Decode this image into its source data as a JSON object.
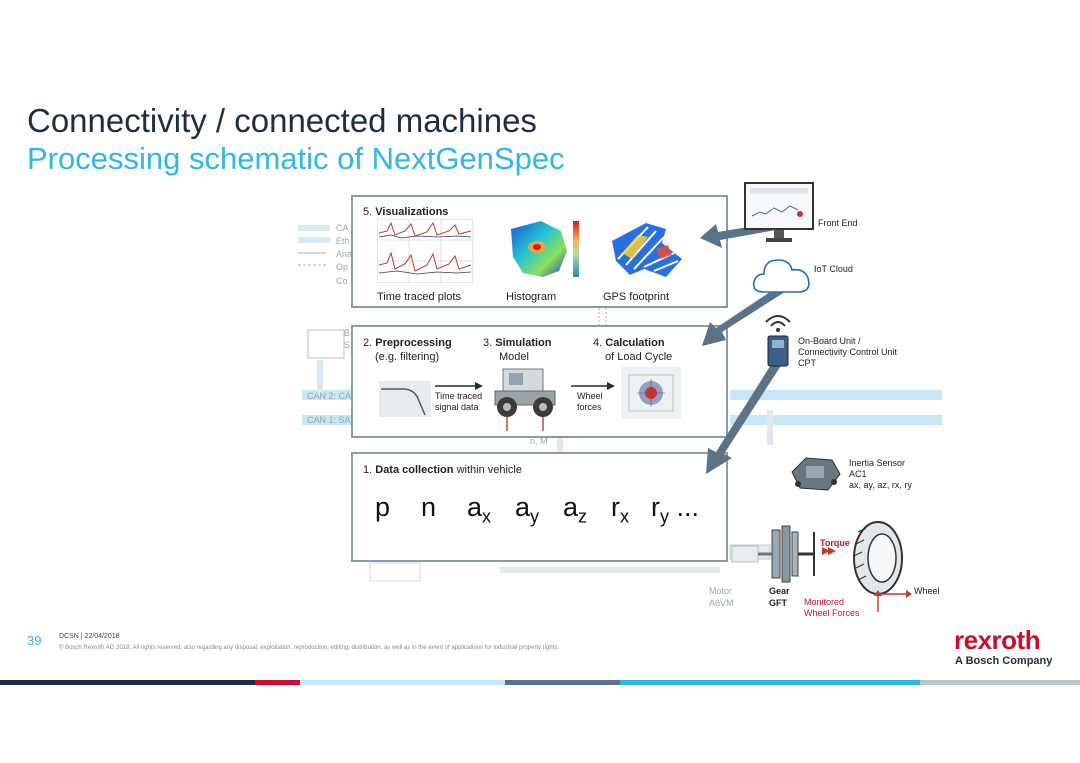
{
  "header": {
    "title": "Connectivity / connected machines",
    "subtitle": "Processing schematic of NextGenSpec"
  },
  "viz": {
    "heading_num": "5.",
    "heading": "Visualizations",
    "items": [
      "Time traced plots",
      "Histogram",
      "GPS footprint"
    ]
  },
  "proc": {
    "pre_num": "2.",
    "pre_title": "Preprocessing",
    "pre_sub": "(e.g. filtering)",
    "sim_num": "3.",
    "sim_title": "Simulation",
    "sim_sub": "Model",
    "calc_num": "4.",
    "calc_title": "Calculation",
    "calc_sub": "of Load Cycle",
    "signal_label_1": "Time traced",
    "signal_label_2": "signal data",
    "wheel_label_1": "Wheel",
    "wheel_label_2": "forces"
  },
  "data": {
    "heading_num": "1.",
    "heading": "Data collection",
    "heading_rest": "within vehicle",
    "symbols": [
      "p",
      "n",
      "a",
      "a",
      "a",
      "r",
      "r",
      "..."
    ],
    "subscripts": [
      "",
      "",
      "x",
      "y",
      "z",
      "x",
      "y",
      ""
    ]
  },
  "right": {
    "front_end": "Front End",
    "iot_cloud": "IoT Cloud",
    "obu_1": "On-Board Unit /",
    "obu_2": "Connectivity Control Unit",
    "obu_3": "CPT",
    "inertia_1": "Inertia Sensor",
    "inertia_2": "AC1",
    "inertia_3": "ax, ay, az, rx, ry",
    "torque": "Torque",
    "wheel": "Wheel",
    "gear_1": "Gear",
    "gear_2": "GFT",
    "motor_1": "Motor",
    "motor_2": "A6VM",
    "monitored_1": "Monitored",
    "monitored_2": "Wheel Forces"
  },
  "background": {
    "legend": [
      "CA",
      "Eth",
      "Ana",
      "Op",
      "Co"
    ],
    "can2": "CAN 2: CA",
    "can1": "CAN 1: SA",
    "nm": "n, M",
    "bs_1": "B",
    "bs_2": "S"
  },
  "footer": {
    "page": "39",
    "meta": "DCSN | 22/04/2018",
    "copyright": "© Bosch Rexroth AG 2018. All rights reserved, also regarding any disposal, exploitation, reproduction, editing, distribution, as well as in the event of applications for industrial property rights.",
    "logo": "rexroth",
    "tagline": "A Bosch Company"
  },
  "colors": {
    "title": "#1d2d44",
    "subtitle": "#2fb7e6",
    "arrow": "#5a7386",
    "logo_red": "#c8102e",
    "accent_light": "#c6e7f5"
  },
  "icons": [
    "monitor-icon",
    "cloud-icon",
    "wireless-icon",
    "inertia-sensor-icon",
    "gear-icon",
    "wheel-icon",
    "tractor-icon"
  ]
}
